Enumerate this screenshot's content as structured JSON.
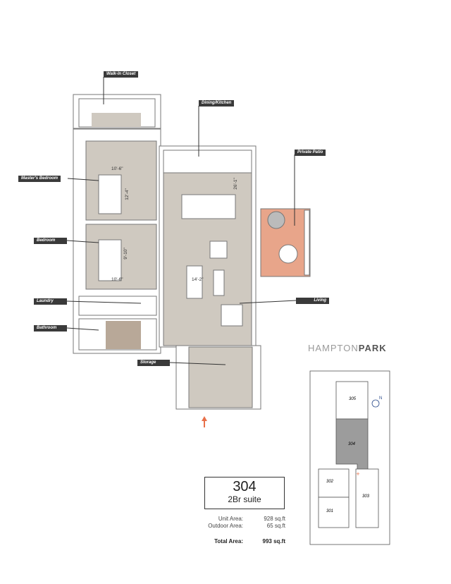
{
  "brand": {
    "part1": "HAMPTON",
    "part2": "PARK"
  },
  "rooms": {
    "walk_in_closet": "Walk-In Closet",
    "dining_kitchen": "Dining/Kitchen",
    "private_patio": "Private Patio",
    "masters_bedroom": "Master's Bedroom",
    "bedroom": "Bedroom",
    "laundry": "Laundry",
    "living": "Living",
    "bathroom": "Bathroom",
    "storage": "Storage"
  },
  "dimensions": {
    "master_width": "10'-6\"",
    "master_length": "12'-4\"",
    "bedroom_length": "9'-10\"",
    "bedroom_width": "10'-6\"",
    "living_width": "14'-2\"",
    "dining_length": "26'-1\""
  },
  "suite": {
    "number": "304",
    "type": "2Br suite"
  },
  "areas": [
    {
      "label": "Unit Area:",
      "value": "928 sq.ft"
    },
    {
      "label": "Outdoor Area:",
      "value": "65 sq.ft"
    }
  ],
  "total": {
    "label": "Total Area:",
    "value": "993 sq.ft"
  },
  "keyplan": {
    "units": [
      "305",
      "304",
      "302",
      "301",
      "303"
    ],
    "north": "N",
    "highlight_color": "#9c9c9c"
  },
  "colors": {
    "floor": "#cfc9c0",
    "wall": "#ffffff",
    "patio": "#e8a58a",
    "entry_arrow": "#e8704a",
    "label_bg": "#3a3a3a"
  }
}
